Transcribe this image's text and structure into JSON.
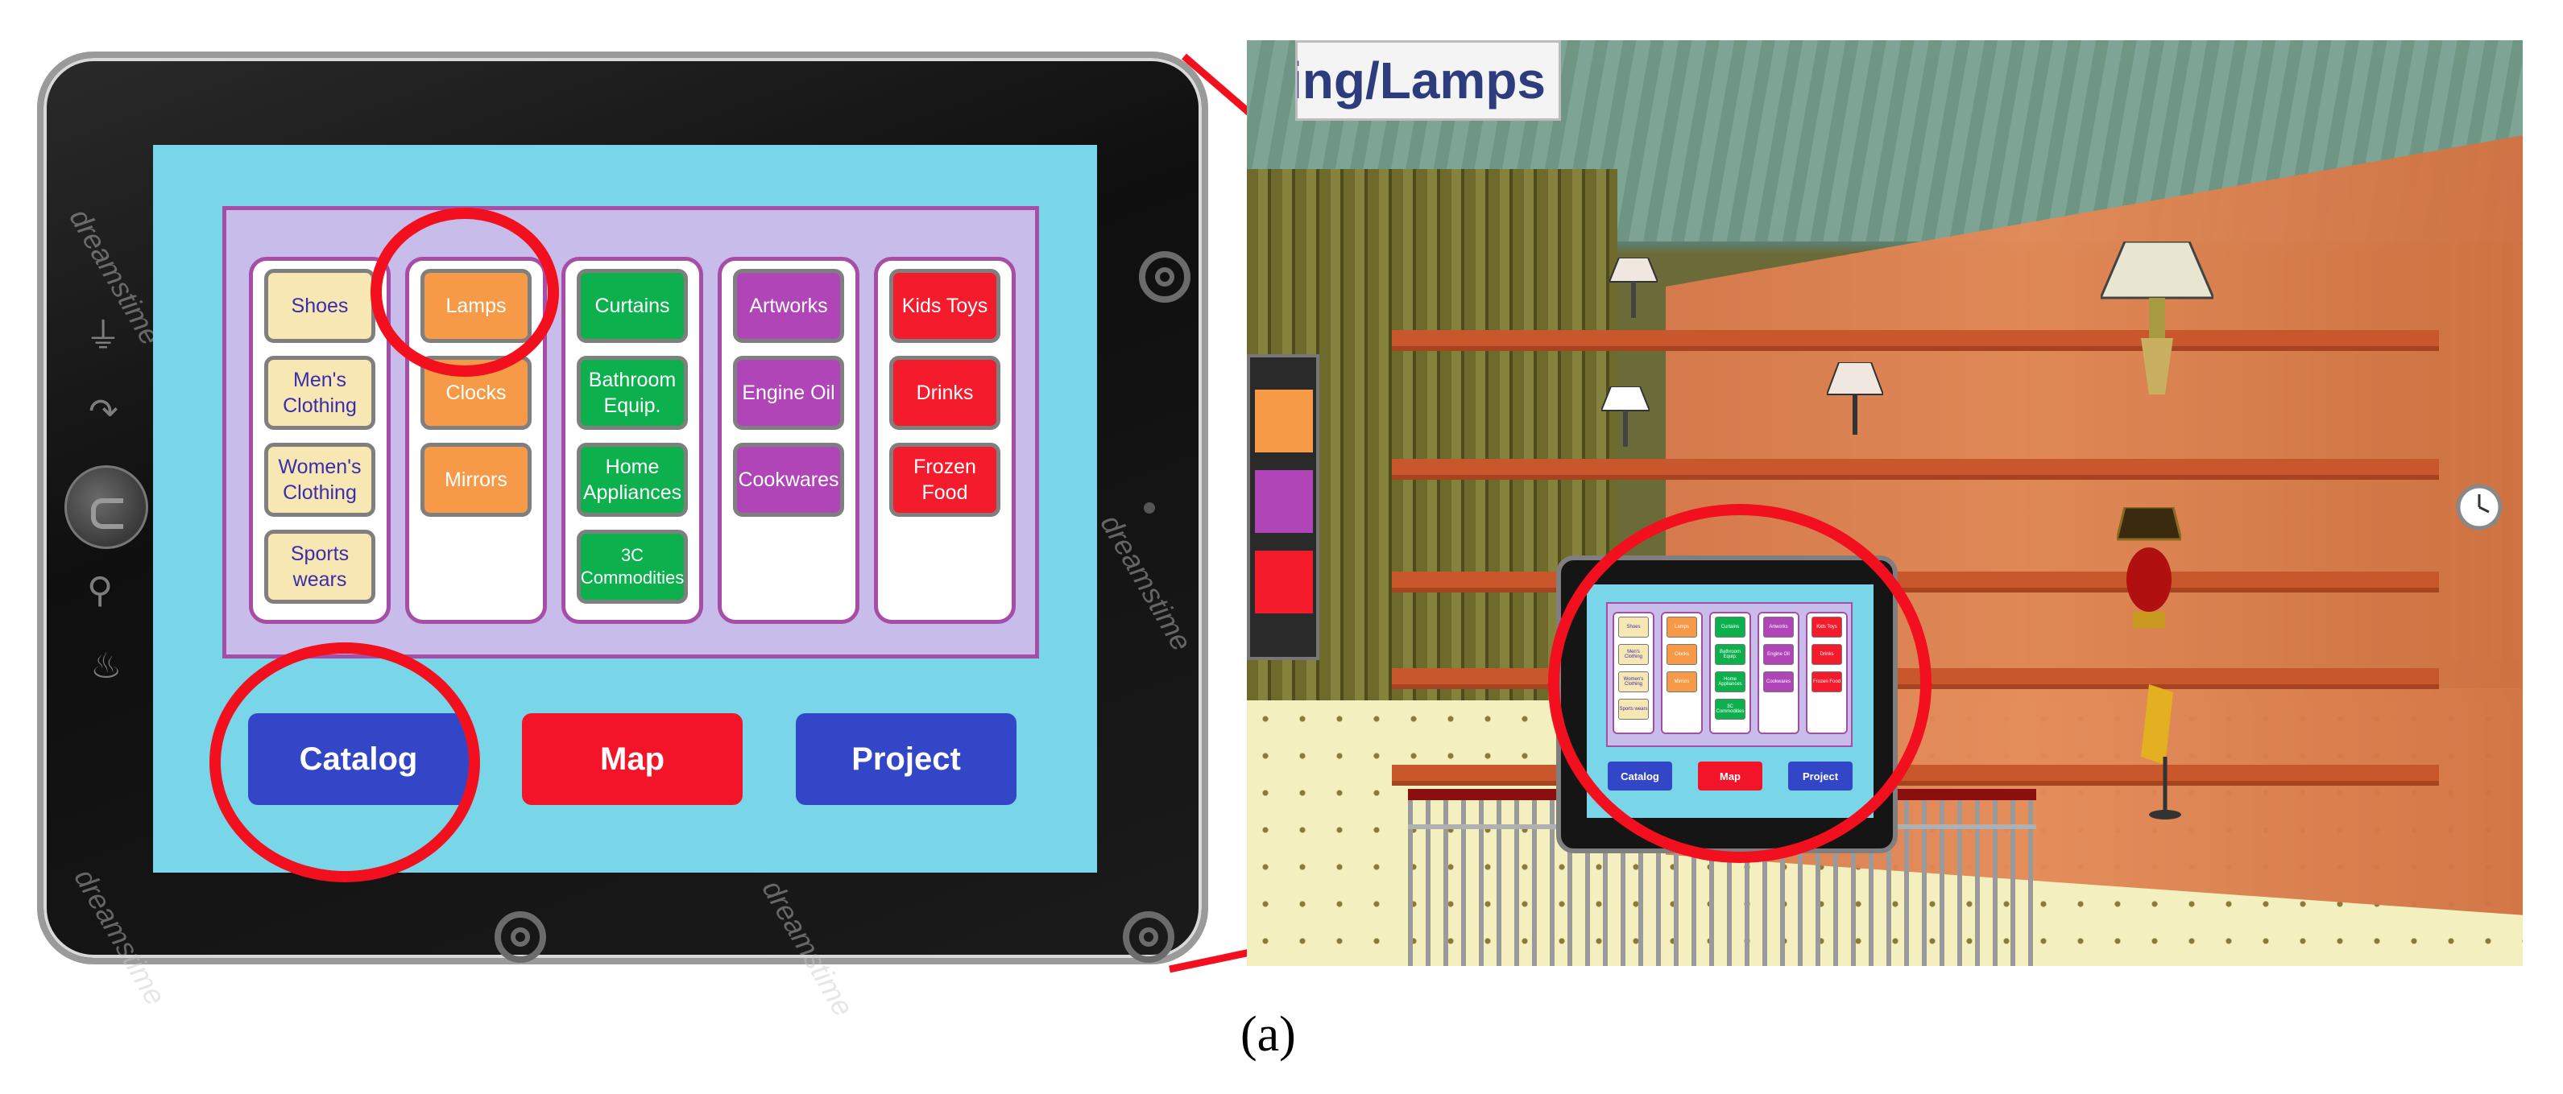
{
  "tablet": {
    "catalog": {
      "columns": [
        {
          "color": "beige",
          "items": [
            "Shoes",
            "Men's Clothing",
            "Women's Clothing",
            "Sports wears"
          ]
        },
        {
          "color": "orange",
          "items": [
            "Lamps",
            "Clocks",
            "Mirrors"
          ]
        },
        {
          "color": "green",
          "items": [
            "Curtains",
            "Bathroom Equip.",
            "Home Appliances",
            "3C Commodities"
          ]
        },
        {
          "color": "purple",
          "items": [
            "Artworks",
            "Engine Oil",
            "Cookwares"
          ]
        },
        {
          "color": "red",
          "items": [
            "Kids Toys",
            "Drinks",
            "Frozen Food"
          ]
        }
      ]
    },
    "buttons": {
      "catalog": "Catalog",
      "map": "Map",
      "project": "Project"
    },
    "watermark": "dreamstime"
  },
  "scene": {
    "sign_text": "hting/Lamps",
    "mini_buttons": {
      "catalog": "Catalog",
      "map": "Map",
      "project": "Project"
    }
  },
  "caption": "(a)",
  "colors": {
    "screen": "#78d6e8",
    "panel": "#c8bdea",
    "panel_border": "#a64ea6",
    "highlight": "#f2101e",
    "button_blue": "#3346c7",
    "button_red": "#f4142a"
  }
}
